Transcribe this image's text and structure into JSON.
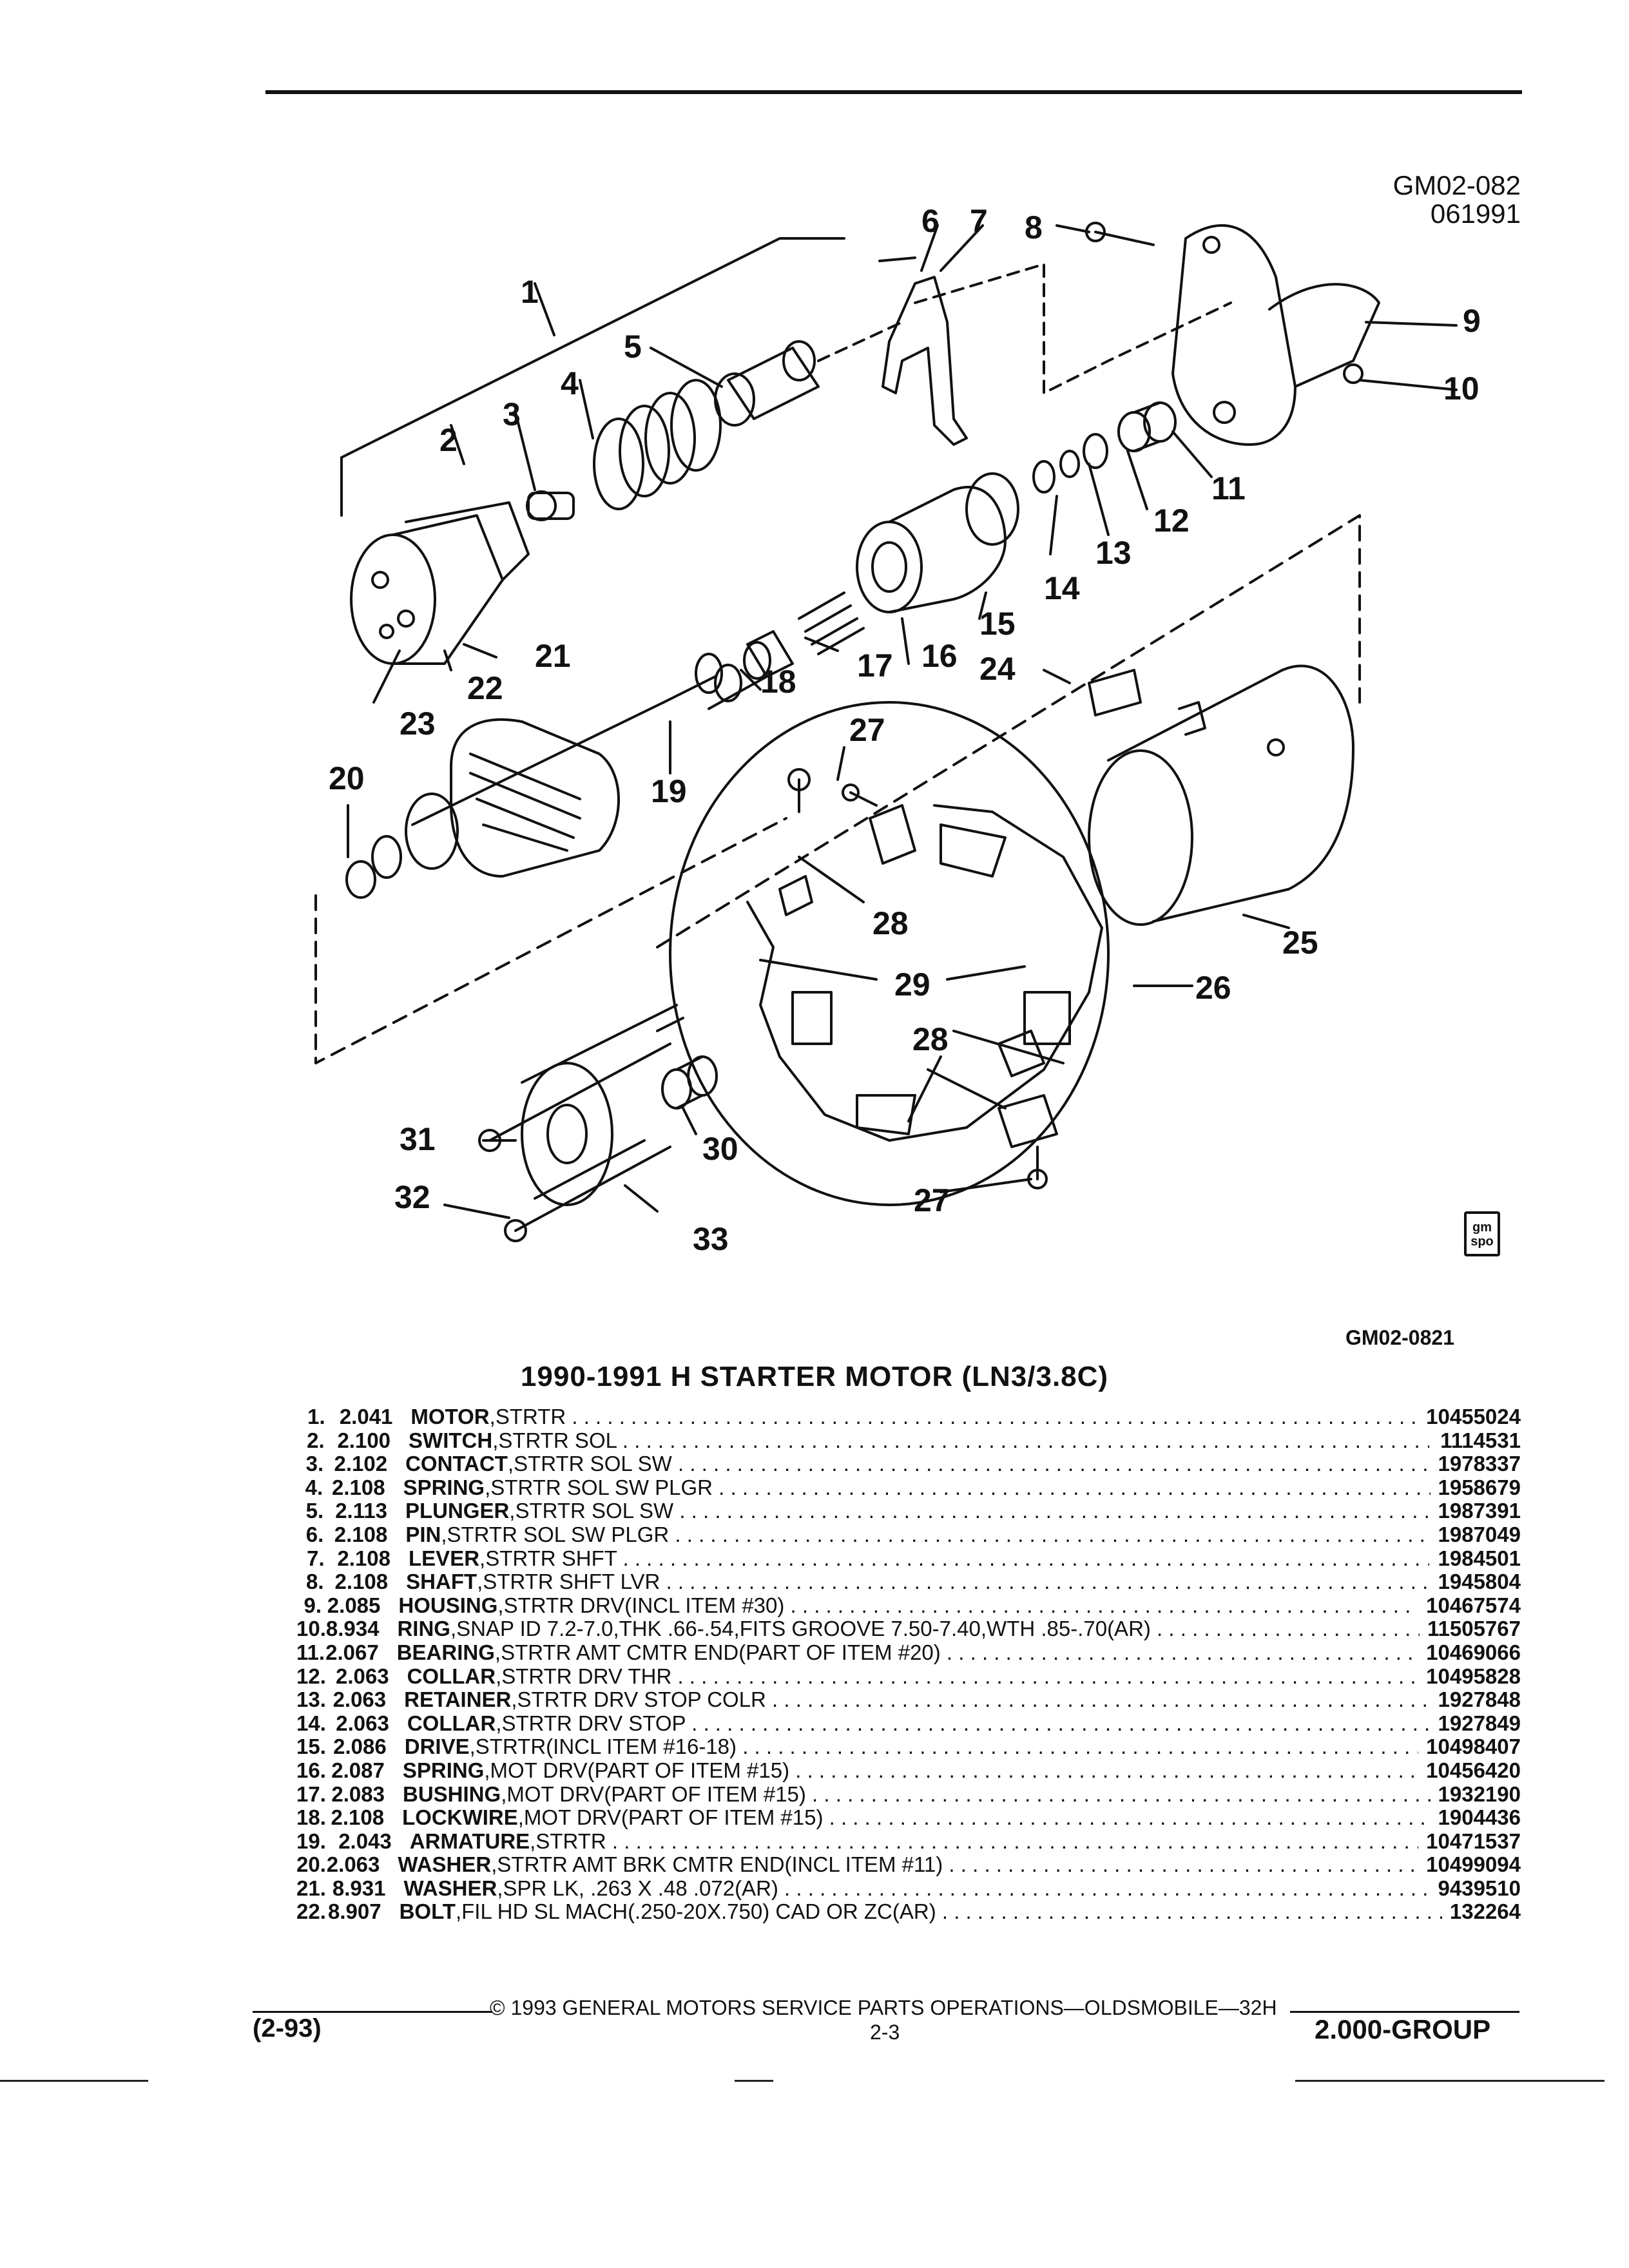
{
  "header": {
    "diagram_code": "GM02-082",
    "diagram_date": "061991",
    "figure_code": "GM02-0821",
    "logo_text": "gm spo"
  },
  "title": "1990-1991 H STARTER MOTOR (LN3/3.8C)",
  "callouts": [
    "1",
    "2",
    "3",
    "4",
    "5",
    "6",
    "7",
    "8",
    "9",
    "10",
    "11",
    "12",
    "13",
    "14",
    "15",
    "16",
    "17",
    "18",
    "19",
    "20",
    "21",
    "22",
    "23",
    "24",
    "25",
    "26",
    "27",
    "28",
    "29",
    "30",
    "31",
    "32",
    "33"
  ],
  "parts": [
    {
      "item": "1.",
      "group": "2.041",
      "name": "MOTOR",
      "desc": ",STRTR",
      "part": "10455024"
    },
    {
      "item": "2.",
      "group": "2.100",
      "name": "SWITCH",
      "desc": ",STRTR SOL",
      "part": "1114531"
    },
    {
      "item": "3.",
      "group": "2.102",
      "name": "CONTACT",
      "desc": ",STRTR SOL SW",
      "part": "1978337"
    },
    {
      "item": "4.",
      "group": "2.108",
      "name": "SPRING",
      "desc": ",STRTR SOL SW PLGR",
      "part": "1958679"
    },
    {
      "item": "5.",
      "group": "2.113",
      "name": "PLUNGER",
      "desc": ",STRTR SOL SW",
      "part": "1987391"
    },
    {
      "item": "6.",
      "group": "2.108",
      "name": "PIN",
      "desc": ",STRTR SOL SW PLGR",
      "part": "1987049"
    },
    {
      "item": "7.",
      "group": "2.108",
      "name": "LEVER",
      "desc": ",STRTR SHFT",
      "part": "1984501"
    },
    {
      "item": "8.",
      "group": "2.108",
      "name": "SHAFT",
      "desc": ",STRTR SHFT LVR",
      "part": "1945804"
    },
    {
      "item": "9.",
      "group": "2.085",
      "name": "HOUSING",
      "desc": ",STRTR DRV(INCL ITEM #30)",
      "part": "10467574"
    },
    {
      "item": "10.",
      "group": "8.934",
      "name": "RING",
      "desc": ",SNAP ID 7.2-7.0,THK .66-.54,FITS GROOVE 7.50-7.40,WTH .85-.70(AR)",
      "part": "11505767"
    },
    {
      "item": "11.",
      "group": "2.067",
      "name": "BEARING",
      "desc": ",STRTR AMT CMTR END(PART OF ITEM #20)",
      "part": "10469066"
    },
    {
      "item": "12.",
      "group": "2.063",
      "name": "COLLAR",
      "desc": ",STRTR DRV THR",
      "part": "10495828"
    },
    {
      "item": "13.",
      "group": "2.063",
      "name": "RETAINER",
      "desc": ",STRTR DRV STOP COLR",
      "part": "1927848"
    },
    {
      "item": "14.",
      "group": "2.063",
      "name": "COLLAR",
      "desc": ",STRTR DRV STOP",
      "part": "1927849"
    },
    {
      "item": "15.",
      "group": "2.086",
      "name": "DRIVE",
      "desc": ",STRTR(INCL ITEM #16-18)",
      "part": "10498407"
    },
    {
      "item": "16.",
      "group": "2.087",
      "name": "SPRING",
      "desc": ",MOT DRV(PART OF ITEM #15)",
      "part": "10456420"
    },
    {
      "item": "17.",
      "group": "2.083",
      "name": "BUSHING",
      "desc": ",MOT DRV(PART OF ITEM #15)",
      "part": "1932190"
    },
    {
      "item": "18.",
      "group": "2.108",
      "name": "LOCKWIRE",
      "desc": ",MOT DRV(PART OF ITEM #15)",
      "part": "1904436"
    },
    {
      "item": "19.",
      "group": "2.043",
      "name": "ARMATURE",
      "desc": ",STRTR",
      "part": "10471537"
    },
    {
      "item": "20.",
      "group": "2.063",
      "name": "WASHER",
      "desc": ",STRTR AMT BRK CMTR END(INCL ITEM #11)",
      "part": "10499094"
    },
    {
      "item": "21.",
      "group": "8.931",
      "name": "WASHER",
      "desc": ",SPR LK, .263 X .48 .072(AR)",
      "part": "9439510"
    },
    {
      "item": "22.",
      "group": "8.907",
      "name": "BOLT",
      "desc": ",FIL HD SL MACH(.250-20X.750) CAD OR ZC(AR)",
      "part": "132264"
    }
  ],
  "footer": {
    "copyright": "© 1993 GENERAL MOTORS SERVICE PARTS OPERATIONS—OLDSMOBILE—32H",
    "revision": "(2-93)",
    "page": "2-3",
    "group": "2.000-GROUP"
  }
}
